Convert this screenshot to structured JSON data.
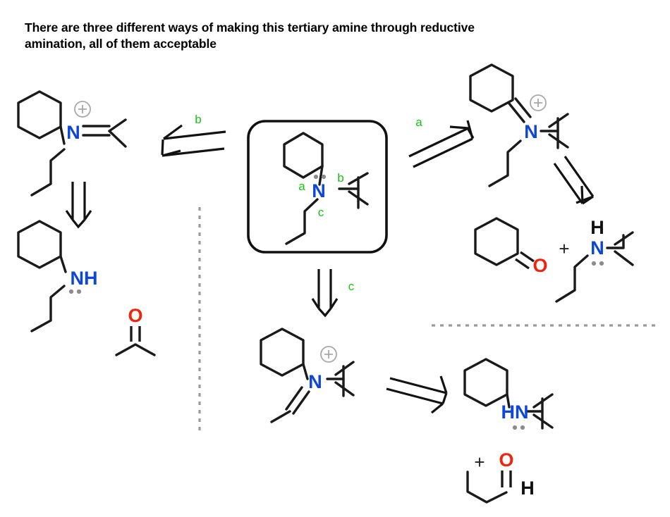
{
  "title": "There are three different ways of making this tertiary amine through reductive amination, all of them acceptable",
  "colors": {
    "nitrogen": "#0D47D9",
    "oxygen": "#F0240C",
    "label_green": "#16C216",
    "bond_black": "#1a1a1a",
    "charge_gray": "#a8a8a8",
    "dash_gray": "#9b9b9b"
  },
  "central": {
    "name": "target-tertiary-amine",
    "atom_n": "N",
    "bond_label_a": "a",
    "bond_label_b": "b",
    "bond_label_c": "c"
  },
  "arrows": {
    "a": {
      "label": "a",
      "direction": "up-right"
    },
    "b": {
      "label": "b",
      "direction": "left"
    },
    "c": {
      "label": "c",
      "direction": "down"
    },
    "left_down": {
      "label": "",
      "direction": "down"
    },
    "right_down": {
      "label": "",
      "direction": "down-left"
    },
    "bottom_right": {
      "label": "",
      "direction": "right"
    }
  },
  "route_b": {
    "iminium": {
      "atom_n": "N",
      "charge": "+"
    },
    "amine": {
      "atom_n": "NH"
    },
    "ketone": {
      "atom_o": "O",
      "name": "acetone"
    }
  },
  "route_a": {
    "iminium": {
      "atom_n": "N",
      "charge": "+"
    },
    "ketone": {
      "atom_o": "O",
      "name": "cyclohexanone"
    },
    "plus": "+",
    "amine": {
      "atom_h": "H",
      "atom_n": "N"
    }
  },
  "route_c": {
    "iminium": {
      "atom_n": "N",
      "charge": "+"
    },
    "amine": {
      "atom_n": "HN"
    },
    "plus": "+",
    "aldehyde": {
      "atom_o": "O",
      "atom_h": "H",
      "name": "propanal"
    }
  }
}
